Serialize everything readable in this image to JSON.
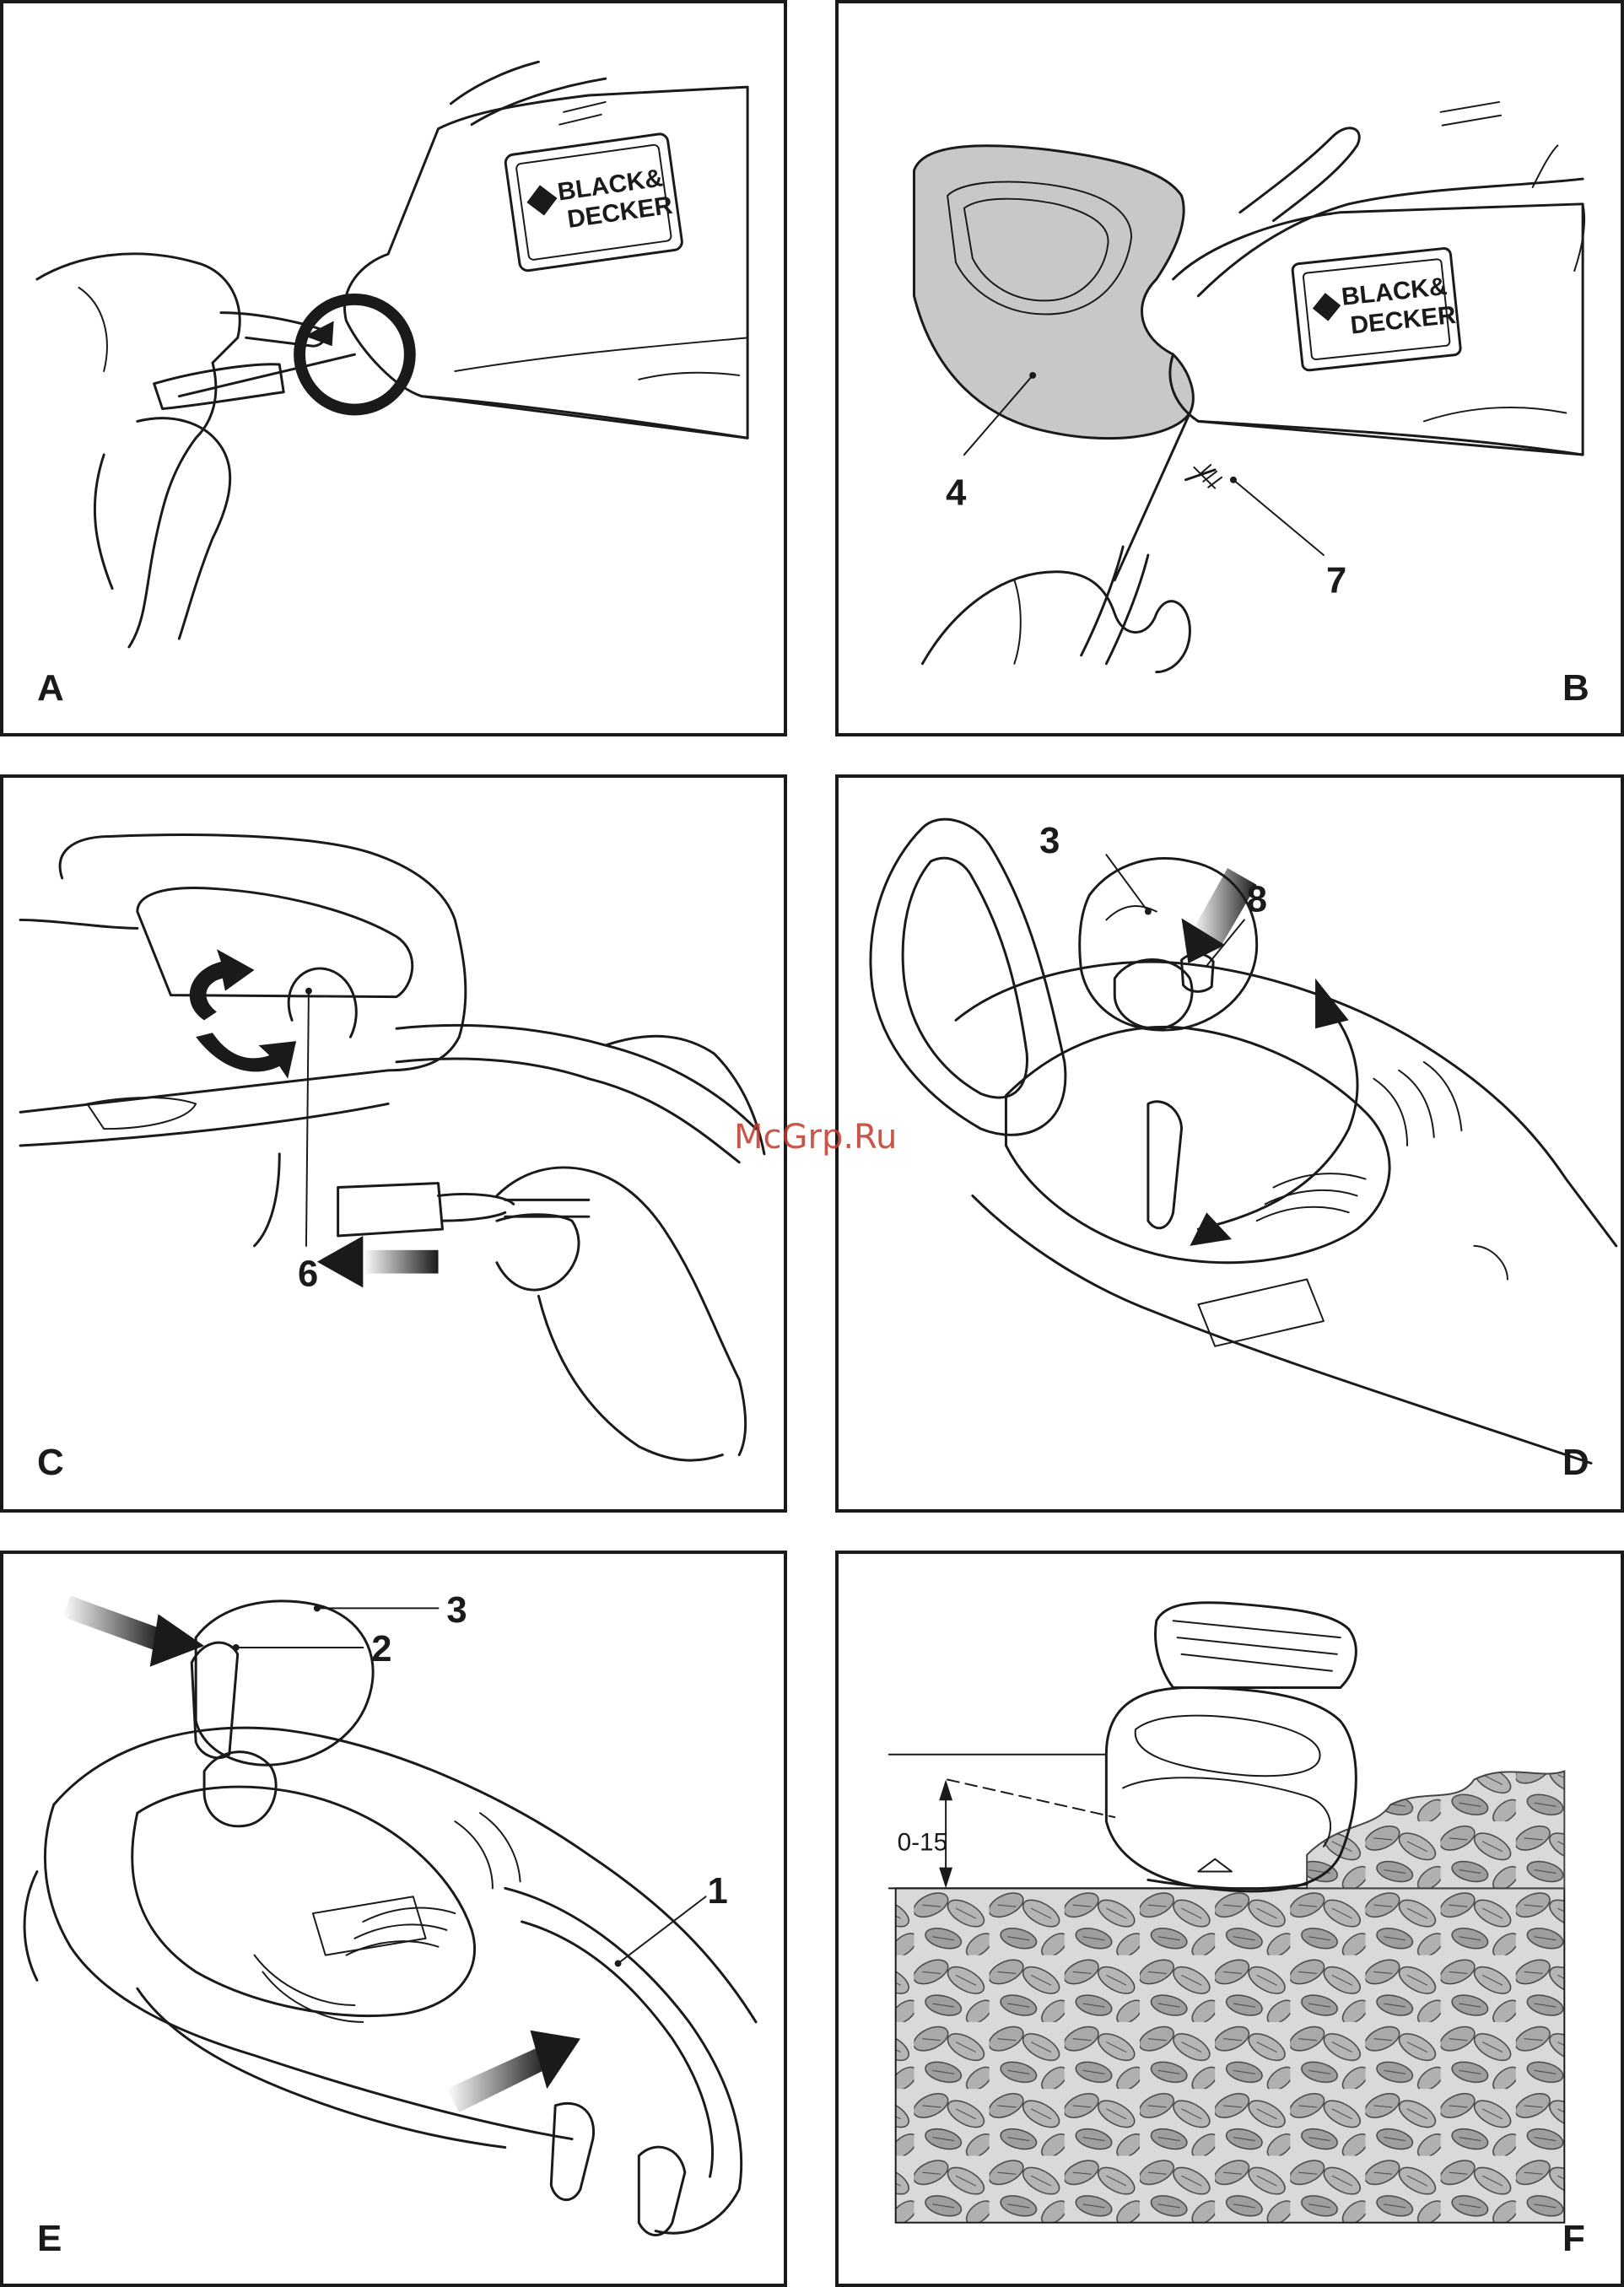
{
  "panels": {
    "a": {
      "letter": "A",
      "logo": [
        "BLACK&",
        "DECKER"
      ]
    },
    "b": {
      "letter": "B",
      "logo": [
        "BLACK&",
        "DECKER"
      ],
      "labels": {
        "part4": "4",
        "part7": "7"
      }
    },
    "c": {
      "letter": "C",
      "labels": {
        "part6": "6"
      }
    },
    "d": {
      "letter": "D",
      "labels": {
        "part3": "3",
        "part8": "8"
      }
    },
    "e": {
      "letter": "E",
      "labels": {
        "part3": "3",
        "part2": "2",
        "part1": "1"
      }
    },
    "f": {
      "letter": "F",
      "measurement": "0-15"
    }
  },
  "watermark": "McGrp.Ru",
  "colors": {
    "line": "#1a1a1a",
    "shade": "#c8c8c8",
    "foliage": "#a9a9a9",
    "watermark": "#c0392b"
  }
}
